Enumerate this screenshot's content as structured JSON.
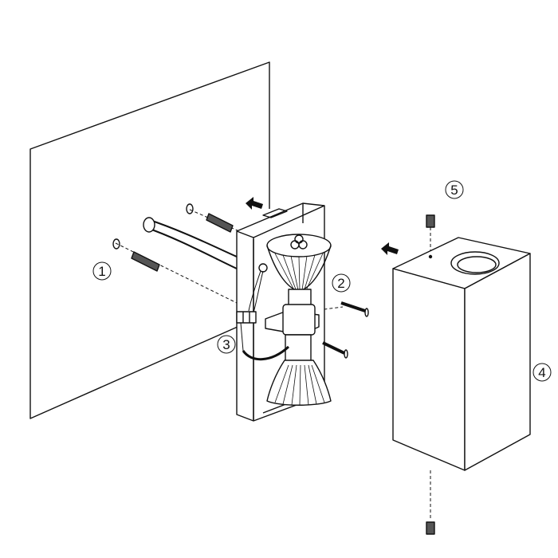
{
  "diagram": {
    "callouts": [
      {
        "id": "1",
        "label": "1"
      },
      {
        "id": "2",
        "label": "2"
      },
      {
        "id": "3",
        "label": "3"
      },
      {
        "id": "4",
        "label": "4"
      },
      {
        "id": "5",
        "label": "5"
      }
    ],
    "colors": {
      "line": "#111111",
      "background": "#ffffff",
      "shade": "#555555"
    }
  }
}
